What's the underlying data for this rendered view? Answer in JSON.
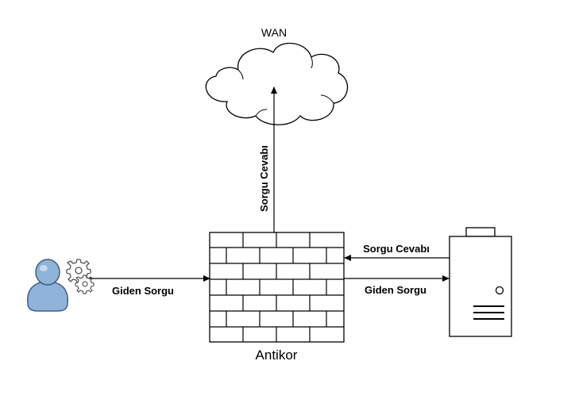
{
  "diagram": {
    "nodes": {
      "wan": {
        "label": "WAN",
        "icon": "cloud-icon"
      },
      "firewall": {
        "label": "Antikor",
        "icon": "brick-wall-icon"
      },
      "user": {
        "label": "",
        "icon": "user-gear-icon"
      },
      "server": {
        "label": "",
        "icon": "server-icon"
      }
    },
    "edges": [
      {
        "from": "firewall",
        "to": "wan",
        "label": "Sorgu Cevabı"
      },
      {
        "from": "user",
        "to": "firewall",
        "label": "Giden Sorgu"
      },
      {
        "from": "server",
        "to": "firewall",
        "label": "Sorgu Cevabı"
      },
      {
        "from": "firewall",
        "to": "server",
        "label": "Giden Sorgu"
      }
    ]
  },
  "colors": {
    "line": "#000000",
    "user_fill": "#8fb3d9",
    "user_stroke": "#3d5f86",
    "gear_fill": "#ffffff",
    "gear_stroke": "#555555"
  }
}
